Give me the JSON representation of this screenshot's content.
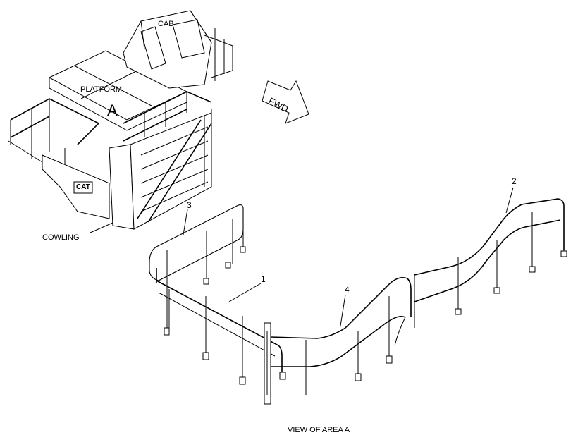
{
  "labels": {
    "cab": "CAB",
    "platform": "PLATFORM",
    "area": "A",
    "cowling": "COWLING",
    "fwd": "FWD",
    "logo": "CAT",
    "view_caption": "VIEW OF AREA  A"
  },
  "callouts": {
    "c1": "1",
    "c2": "2",
    "c3": "3",
    "c4": "4"
  }
}
